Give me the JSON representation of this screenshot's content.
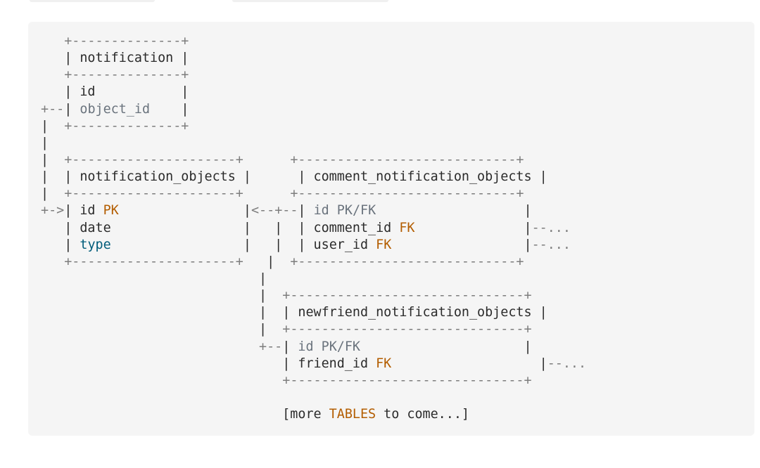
{
  "diagram": {
    "lines": [
      [
        [
          "border",
          "   +--------------+"
        ]
      ],
      [
        [
          "text",
          "   | notification |"
        ]
      ],
      [
        [
          "border",
          "   +--------------+"
        ]
      ],
      [
        [
          "text",
          "   | id           |"
        ]
      ],
      [
        [
          "border",
          "+--"
        ],
        [
          "text",
          "| "
        ],
        [
          "cm",
          "object_id"
        ],
        [
          "text",
          "    |"
        ]
      ],
      [
        [
          "text",
          "|  "
        ],
        [
          "border",
          "+--------------+"
        ]
      ],
      [
        [
          "text",
          "|"
        ]
      ],
      [
        [
          "text",
          "|  "
        ],
        [
          "border",
          "+---------------------+"
        ],
        [
          "text",
          "      "
        ],
        [
          "border",
          "+----------------------------+"
        ]
      ],
      [
        [
          "text",
          "|  | notification_objects |      | comment_notification_objects |"
        ]
      ],
      [
        [
          "text",
          "|  "
        ],
        [
          "border",
          "+---------------------+"
        ],
        [
          "text",
          "      "
        ],
        [
          "border",
          "+----------------------------+"
        ]
      ],
      [
        [
          "border",
          "+->"
        ],
        [
          "text",
          "| id "
        ],
        [
          "kw",
          "PK"
        ],
        [
          "text",
          "                |"
        ],
        [
          "border",
          "<--+--"
        ],
        [
          "text",
          "| "
        ],
        [
          "cm",
          "id PK/FK"
        ],
        [
          "text",
          "                   |"
        ]
      ],
      [
        [
          "text",
          "   | date                 |   |  | comment_id "
        ],
        [
          "kw",
          "FK"
        ],
        [
          "text",
          "              |"
        ],
        [
          "border",
          "--..."
        ]
      ],
      [
        [
          "text",
          "   | "
        ],
        [
          "ty",
          "type"
        ],
        [
          "text",
          "                 |   |  | user_id "
        ],
        [
          "kw",
          "FK"
        ],
        [
          "text",
          "                 |"
        ],
        [
          "border",
          "--..."
        ]
      ],
      [
        [
          "text",
          "   "
        ],
        [
          "border",
          "+---------------------+"
        ],
        [
          "text",
          "   |  "
        ],
        [
          "border",
          "+----------------------------+"
        ]
      ],
      [
        [
          "text",
          "                            |"
        ]
      ],
      [
        [
          "text",
          "                            |  "
        ],
        [
          "border",
          "+------------------------------+"
        ]
      ],
      [
        [
          "text",
          "                            |  | newfriend_notification_objects |"
        ]
      ],
      [
        [
          "text",
          "                            |  "
        ],
        [
          "border",
          "+------------------------------+"
        ]
      ],
      [
        [
          "text",
          "                            "
        ],
        [
          "border",
          "+--"
        ],
        [
          "text",
          "| "
        ],
        [
          "cm",
          "id PK/FK"
        ],
        [
          "text",
          "                     |"
        ]
      ],
      [
        [
          "text",
          "                               | friend_id "
        ],
        [
          "kw",
          "FK"
        ],
        [
          "text",
          "                   |"
        ],
        [
          "border",
          "--..."
        ]
      ],
      [
        [
          "text",
          "                               "
        ],
        [
          "border",
          "+------------------------------+"
        ]
      ],
      [
        [
          "text",
          ""
        ]
      ],
      [
        [
          "text",
          "                               [more "
        ],
        [
          "kw",
          "TABLES"
        ],
        [
          "text",
          " to come...]"
        ]
      ]
    ]
  },
  "colors": {
    "block_background": "#f5f5f5",
    "keyword": "#b35d00",
    "comment": "#6a737d",
    "type": "#005c7a",
    "border": "#7d7d7d",
    "text": "#2b2b2b"
  }
}
